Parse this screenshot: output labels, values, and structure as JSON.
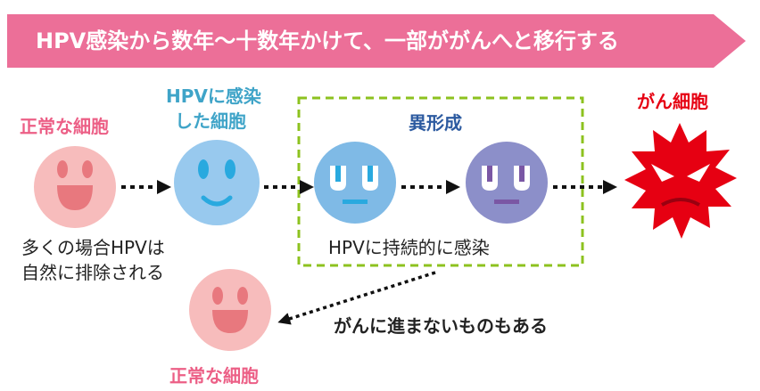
{
  "banner": {
    "text": "HPV感染から数年〜十数年かけて、一部ががんへと移行する"
  },
  "stages": {
    "normal_cell": "正常な細胞",
    "hpv_infected_line1": "HPVに感染",
    "hpv_infected_line2": "した細胞",
    "dysplasia": "異形成",
    "cancer_cell": "がん細胞",
    "normal_cell_bottom": "正常な細胞"
  },
  "notes": {
    "cleared_line1": "多くの場合HPVは",
    "cleared_line2": "自然に排除される",
    "persistent": "HPVに持続的に感染",
    "no_progress": "がんに進まないものもある"
  },
  "colors": {
    "banner": "#ec6f98",
    "normal_face": "#f7bcbc",
    "normal_feature": "#e8787e",
    "infected_face": "#98c9ee",
    "infected_feature": "#29a9df",
    "dysplasia1_face": "#7fbae6",
    "dysplasia2_face": "#8c8fc9",
    "dysplasia2_feature": "#7a57a4",
    "cancer": "#e60012",
    "dashed_box": "#8dc21f"
  }
}
